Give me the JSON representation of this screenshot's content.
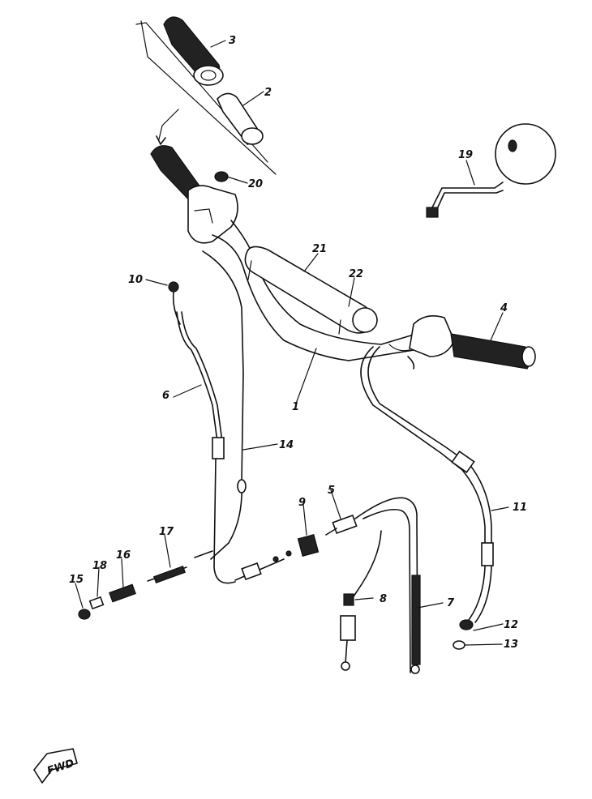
{
  "callouts": {
    "p1": "1",
    "p2": "2",
    "p3": "3",
    "p4": "4",
    "p5": "5",
    "p6": "6",
    "p7": "7",
    "p8": "8",
    "p9": "9",
    "p10": "10",
    "p11": "11",
    "p12": "12",
    "p13": "13",
    "p14": "14",
    "p15": "15",
    "p16": "16",
    "p17": "17",
    "p18": "18",
    "p19": "19",
    "p20": "20",
    "p21": "21",
    "p22": "22"
  },
  "fwd_label": "FWD"
}
